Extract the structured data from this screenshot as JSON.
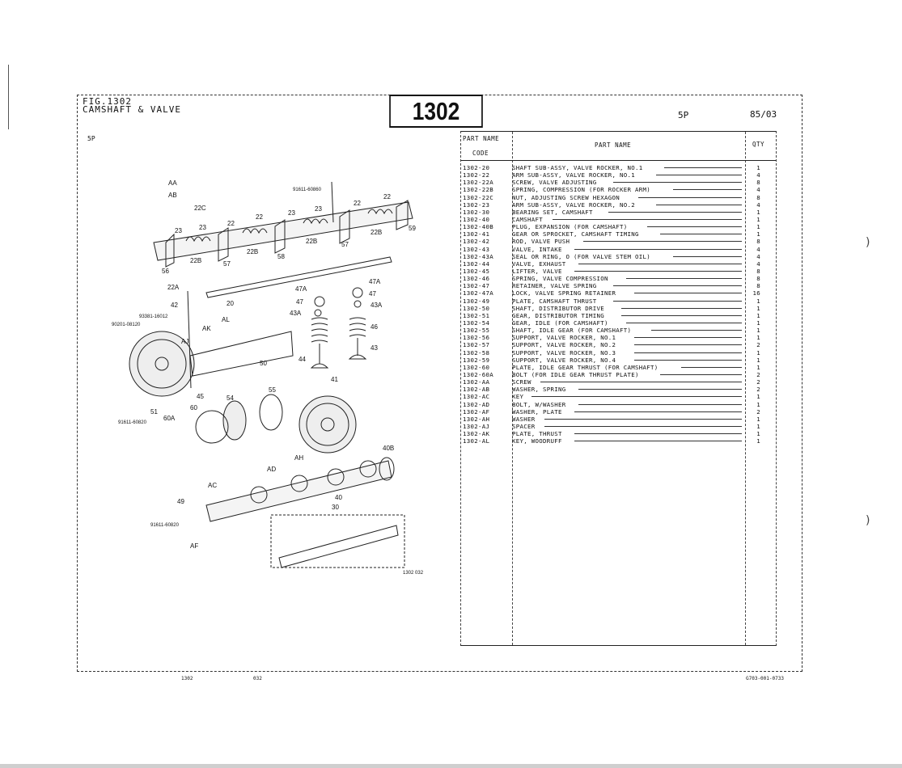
{
  "header": {
    "fig_number": "FIG.1302",
    "fig_title": "CAMSHAFT & VALVE",
    "page_code": "1302",
    "model": "5P",
    "date": "85/03",
    "model_left": "5P"
  },
  "table": {
    "col_code_line1": "PART NAME",
    "col_code_line2": "CODE",
    "col_name": "PART  NAME",
    "col_qty": "QTY",
    "rows": [
      {
        "code": "1302-20",
        "name": "SHAFT SUB-ASSY, VALVE ROCKER, NO.1",
        "qty": "1"
      },
      {
        "code": "1302-22",
        "name": "ARM SUB-ASSY, VALVE ROCKER, NO.1",
        "qty": "4"
      },
      {
        "code": "1302-22A",
        "name": "SCREW, VALVE ADJUSTING",
        "qty": "8"
      },
      {
        "code": "1302-22B",
        "name": "SPRING, COMPRESSION (FOR ROCKER ARM)",
        "qty": "4"
      },
      {
        "code": "1302-22C",
        "name": "NUT, ADJUSTING SCREW HEXAGON",
        "qty": "8"
      },
      {
        "code": "1302-23",
        "name": "ARM SUB-ASSY, VALVE ROCKER, NO.2",
        "qty": "4"
      },
      {
        "code": "1302-30",
        "name": "BEARING SET, CAMSHAFT",
        "qty": "1"
      },
      {
        "code": "1302-40",
        "name": "CAMSHAFT",
        "qty": "1"
      },
      {
        "code": "1302-40B",
        "name": "PLUG, EXPANSION (FOR CAMSHAFT)",
        "qty": "1"
      },
      {
        "code": "1302-41",
        "name": "GEAR OR SPROCKET, CAMSHAFT TIMING",
        "qty": "1"
      },
      {
        "code": "1302-42",
        "name": "ROD, VALVE PUSH",
        "qty": "8"
      },
      {
        "code": "1302-43",
        "name": "VALVE, INTAKE",
        "qty": "4"
      },
      {
        "code": "1302-43A",
        "name": "SEAL OR RING, O (FOR VALVE STEM OIL)",
        "qty": "4"
      },
      {
        "code": "1302-44",
        "name": "VALVE, EXHAUST",
        "qty": "4"
      },
      {
        "code": "1302-45",
        "name": "LIFTER, VALVE",
        "qty": "8"
      },
      {
        "code": "1302-46",
        "name": "SPRING, VALVE COMPRESSION",
        "qty": "8"
      },
      {
        "code": "1302-47",
        "name": "RETAINER, VALVE SPRING",
        "qty": "8"
      },
      {
        "code": "1302-47A",
        "name": "LOCK, VALVE SPRING RETAINER",
        "qty": "16"
      },
      {
        "code": "1302-49",
        "name": "PLATE, CAMSHAFT THRUST",
        "qty": "1"
      },
      {
        "code": "1302-50",
        "name": "SHAFT, DISTRIBUTOR DRIVE",
        "qty": "1"
      },
      {
        "code": "1302-51",
        "name": "GEAR, DISTRIBUTOR TIMING",
        "qty": "1"
      },
      {
        "code": "1302-54",
        "name": "GEAR, IDLE (FOR CAMSHAFT)",
        "qty": "1"
      },
      {
        "code": "1302-55",
        "name": "SHAFT, IDLE GEAR (FOR CAMSHAFT)",
        "qty": "1"
      },
      {
        "code": "1302-56",
        "name": "SUPPORT, VALVE ROCKER, NO.1",
        "qty": "1"
      },
      {
        "code": "1302-57",
        "name": "SUPPORT, VALVE ROCKER, NO.2",
        "qty": "2"
      },
      {
        "code": "1302-58",
        "name": "SUPPORT, VALVE ROCKER, NO.3",
        "qty": "1"
      },
      {
        "code": "1302-59",
        "name": "SUPPORT, VALVE ROCKER, NO.4",
        "qty": "1"
      },
      {
        "code": "1302-60",
        "name": "PLATE, IDLE GEAR THRUST (FOR CAMSHAFT)",
        "qty": "1"
      },
      {
        "code": "1302-60A",
        "name": "BOLT (FOR IDLE GEAR THRUST PLATE)",
        "qty": "2"
      },
      {
        "code": "1302-AA",
        "name": "SCREW",
        "qty": "2"
      },
      {
        "code": "1302-AB",
        "name": "WASHER, SPRING",
        "qty": "2"
      },
      {
        "code": "1302-AC",
        "name": "KEY",
        "qty": "1"
      },
      {
        "code": "1302-AD",
        "name": "BOLT, W/WASHER",
        "qty": "1"
      },
      {
        "code": "1302-AF",
        "name": "WASHER, PLATE",
        "qty": "2"
      },
      {
        "code": "1302-AH",
        "name": "WASHER",
        "qty": "1"
      },
      {
        "code": "1302-AJ",
        "name": "SPACER",
        "qty": "1"
      },
      {
        "code": "1302-AK",
        "name": "PLATE, THRUST",
        "qty": "1"
      },
      {
        "code": "1302-AL",
        "name": "KEY, WOODRUFF",
        "qty": "1"
      }
    ]
  },
  "diagram": {
    "labels": [
      "AA",
      "AB",
      "22C",
      "91611-60860",
      "22",
      "22",
      "23",
      "23",
      "22",
      "22",
      "23",
      "23",
      "59",
      "22B",
      "22B",
      "57",
      "22B",
      "58",
      "22B",
      "57",
      "56",
      "22A",
      "20",
      "47A",
      "47A",
      "47",
      "47",
      "43A",
      "43A",
      "42",
      "93381-16012",
      "90201-08120",
      "AL",
      "AK",
      "AJ",
      "46",
      "43",
      "44",
      "50",
      "51",
      "45",
      "41",
      "55",
      "54",
      "60",
      "60A",
      "91611-60820",
      "AD",
      "AH",
      "40B",
      "40",
      "30",
      "AC",
      "49",
      "91611-60820",
      "AF",
      "1302 032"
    ]
  },
  "footer": {
    "left": "1302",
    "mid": "032",
    "right": "G703-001-0733"
  }
}
